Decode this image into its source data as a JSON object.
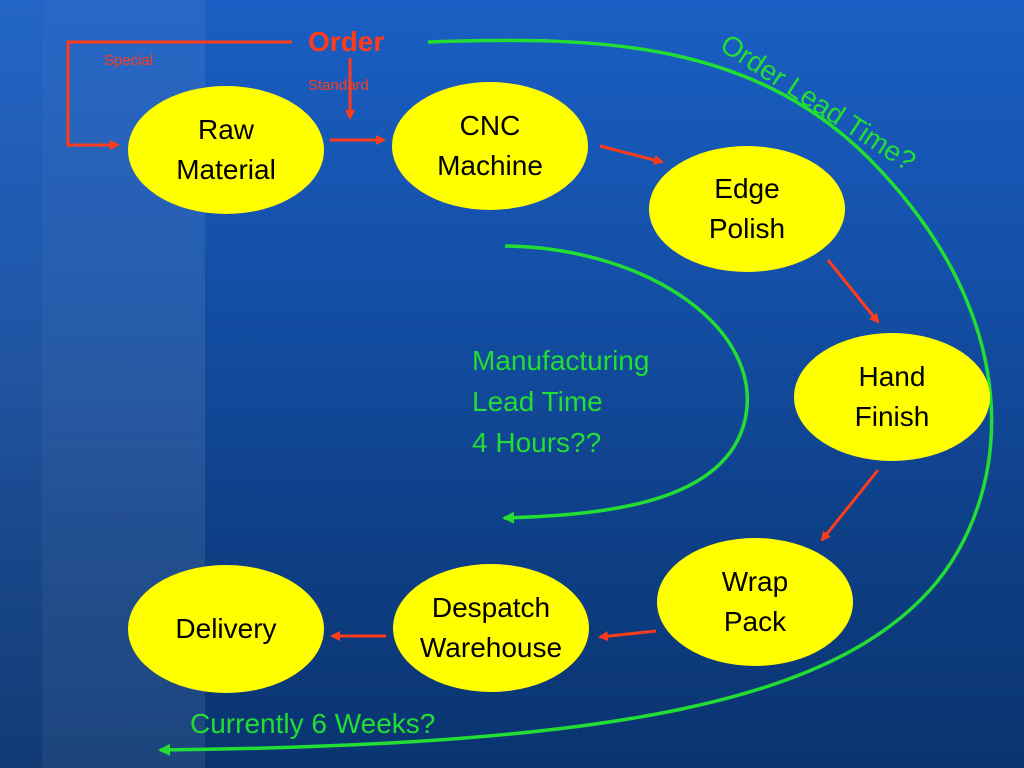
{
  "diagram": {
    "order_label": "Order",
    "special_label": "Special",
    "standard_label": "Standard",
    "nodes": {
      "raw_material": "Raw\nMaterial",
      "cnc_machine": "CNC\nMachine",
      "edge_polish": "Edge\nPolish",
      "hand_finish": "Hand\nFinish",
      "wrap_pack": "Wrap\nPack",
      "despatch_warehouse": "Despatch\nWarehouse",
      "delivery": "Delivery"
    },
    "annotations": {
      "order_lead_time": "Order Lead Time?",
      "manufacturing_lead_time": "Manufacturing\nLead Time\n4 Hours??",
      "currently": "Currently 6 Weeks?"
    },
    "colors": {
      "node_fill": "#ffff00",
      "flow_arrow": "#ff3b1a",
      "lead_time_curve": "#22dd33",
      "background_top": "#1a5fc4",
      "background_bottom": "#0a3470"
    }
  }
}
